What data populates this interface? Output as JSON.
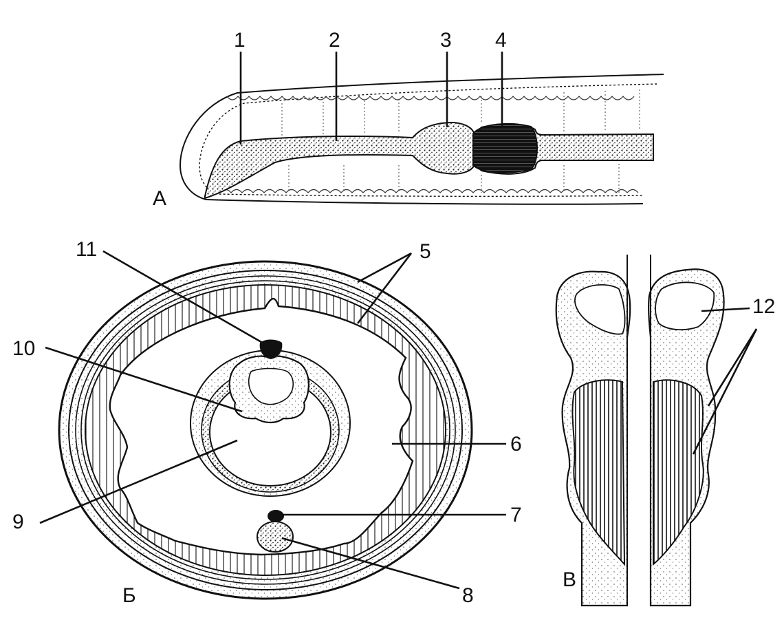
{
  "diagram": {
    "panels": [
      {
        "id": "A",
        "letter": "А"
      },
      {
        "id": "B",
        "letter": "Б"
      },
      {
        "id": "V",
        "letter": "В"
      }
    ],
    "labels": [
      {
        "key": "n1",
        "text": "1"
      },
      {
        "key": "n2",
        "text": "2"
      },
      {
        "key": "n3",
        "text": "3"
      },
      {
        "key": "n4",
        "text": "4"
      },
      {
        "key": "n5",
        "text": "5"
      },
      {
        "key": "n6",
        "text": "6"
      },
      {
        "key": "n7",
        "text": "7"
      },
      {
        "key": "n8",
        "text": "8"
      },
      {
        "key": "n9",
        "text": "9"
      },
      {
        "key": "n10",
        "text": "10"
      },
      {
        "key": "n11",
        "text": "11"
      },
      {
        "key": "n12",
        "text": "12"
      }
    ]
  }
}
